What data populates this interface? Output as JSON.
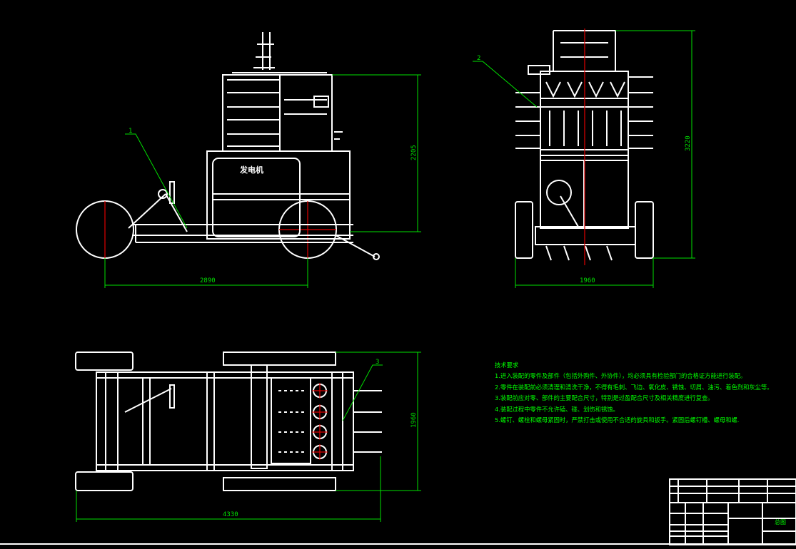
{
  "drawing": {
    "generator_label": "发电机",
    "balloons": [
      "1",
      "2",
      "3"
    ],
    "dimensions": {
      "side_length": "2890",
      "side_height": "2205",
      "front_width": "1960",
      "front_height": "3220",
      "plan_width": "1960",
      "plan_length": "4330"
    }
  },
  "notes": {
    "title": "技术要求",
    "items": [
      "1.进入装配的零件及部件（包括外购件、外协件），均必须具有检验部门的合格证方能进行装配。",
      "2.零件在装配前必须清理和清洗干净，不得有毛刺、飞边、氧化皮、锈蚀、切屑、油污、着色剂和灰尘等。",
      "3.装配前应对零、部件的主要配合尺寸，特别是过盈配合尺寸及相关精度进行复查。",
      "4.装配过程中零件不允许磕、碰、划伤和锈蚀。",
      "5.螺钉、螺栓和螺母紧固时，严禁打击或使用不合适的旋具和扳手。紧固后螺钉槽、螺母和螺."
    ]
  },
  "title_block": {
    "drawing_name": "总图"
  },
  "colors": {
    "background": "#000000",
    "geometry": "#ffffff",
    "dimension": "#00e000",
    "centerline": "#e00000"
  }
}
